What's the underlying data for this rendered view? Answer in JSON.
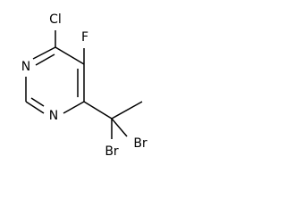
{
  "molecule": {
    "atoms": {
      "chlorine": "Cl",
      "fluorine": "F",
      "nitrogen_upper": "N",
      "nitrogen_lower": "N",
      "bromine_right": "Br",
      "bromine_lower": "Br"
    }
  }
}
